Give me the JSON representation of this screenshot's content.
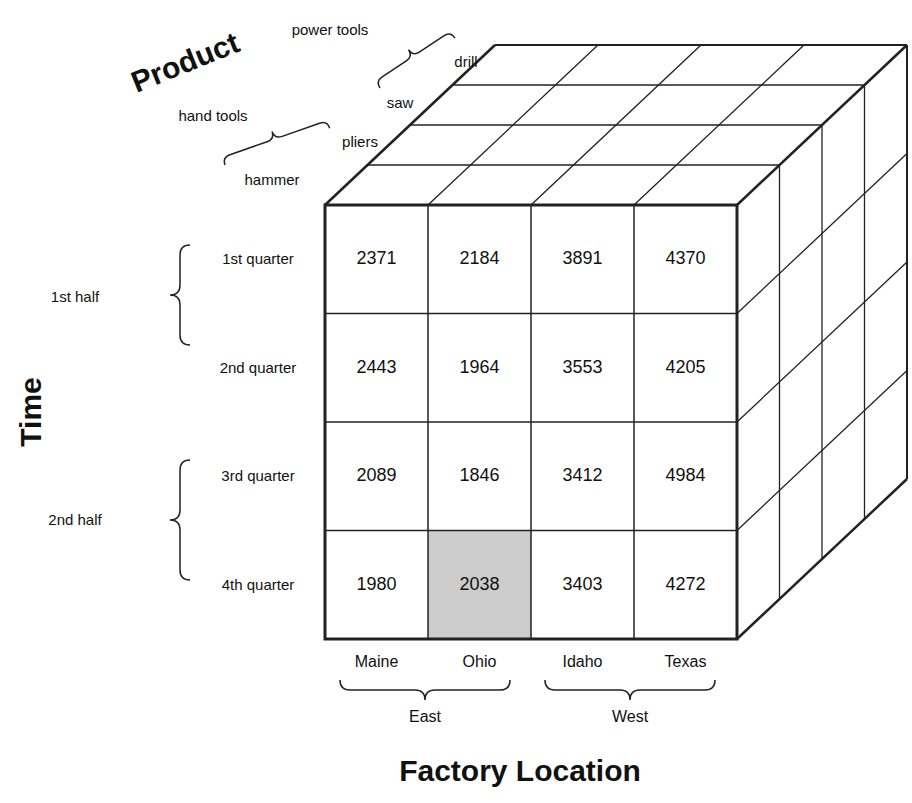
{
  "diagram": {
    "labels": [
      "Product",
      "power tools",
      "drill",
      "saw",
      "hand tools",
      "pliers",
      "hammer",
      "Time",
      "1st half",
      "1st quarter",
      "2371",
      "2184",
      "3891",
      "4370",
      "2nd quarter",
      "2443",
      "1964",
      "3553",
      "4205",
      "2nd half",
      "3rd quarter",
      "2089",
      "1846",
      "3412",
      "4984",
      "4th quarter",
      "1980",
      "2038",
      "3403",
      "4272",
      "Maine",
      "Ohio",
      "Idaho",
      "Texas",
      "East",
      "West",
      "Factory Location"
    ]
  }
}
